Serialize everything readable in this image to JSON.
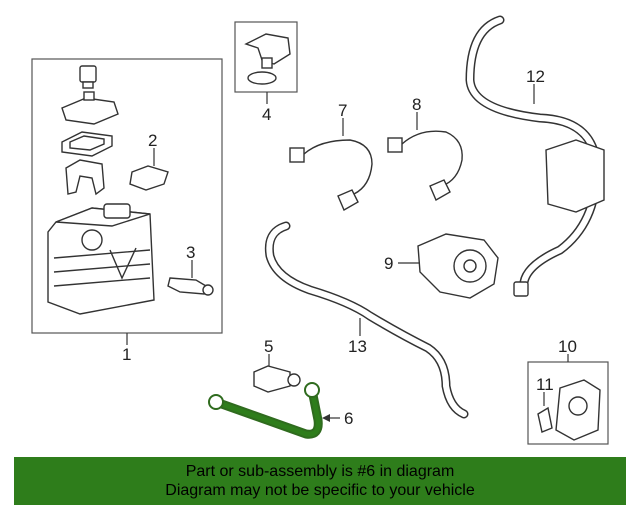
{
  "diagram": {
    "callouts": [
      "1",
      "2",
      "3",
      "4",
      "5",
      "6",
      "7",
      "8",
      "9",
      "10",
      "11",
      "12",
      "13"
    ],
    "highlight_color": "#2e7d1b"
  },
  "banner": {
    "line1": "Part or sub-assembly is #6 in diagram",
    "line2": "Diagram may not be specific to your vehicle",
    "background": "#2e7d1b"
  }
}
